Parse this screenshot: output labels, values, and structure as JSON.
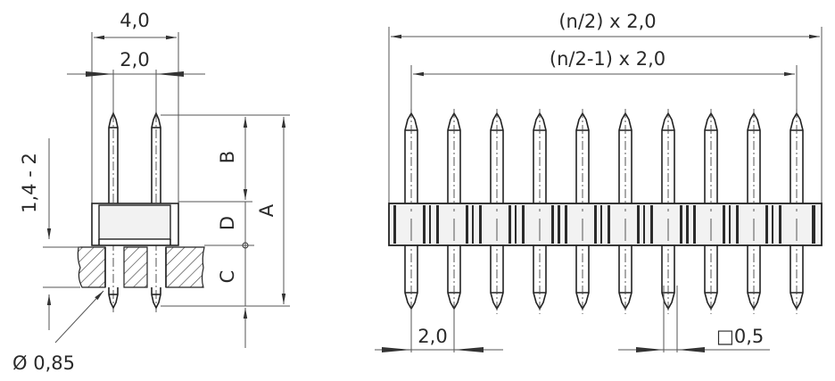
{
  "drawing": {
    "title": "Pin header technical drawing (side and front views)",
    "colors": {
      "line": "#222222",
      "dim_line": "#555555",
      "body_fill": "#f2f2f2",
      "band_fill": "#2b2b2b",
      "hatch": "#444444",
      "background": "#ffffff"
    }
  },
  "side_view": {
    "dim_overall_width": "4,0",
    "dim_pin_pitch": "2,0",
    "dim_board_thickness": "1,4 - 2",
    "dim_hole_diameter": "Ø 0,85",
    "label_a": "A",
    "label_b": "B",
    "label_c": "C",
    "label_d": "D",
    "pin_count": 2
  },
  "front_view": {
    "dim_overall_length": "(n/2) x 2,0",
    "dim_pin_span": "(n/2-1) x 2,0",
    "dim_pitch": "2,0",
    "dim_pin_square": "□0,5",
    "pin_count": 10
  }
}
